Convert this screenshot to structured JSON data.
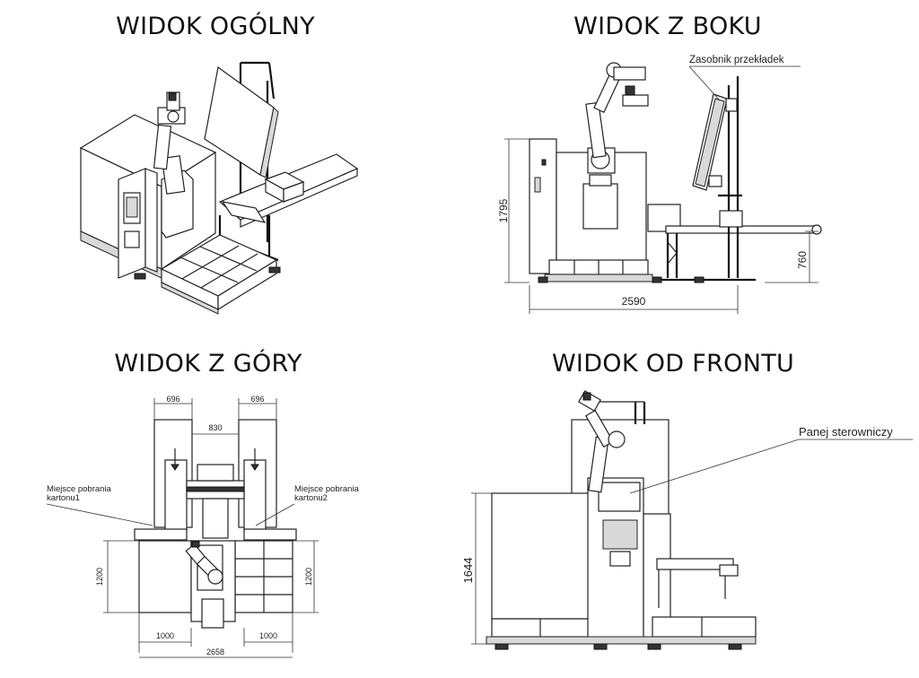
{
  "views": {
    "general": {
      "title": "WIDOK OGÓLNY"
    },
    "side": {
      "title": "WIDOK Z BOKU",
      "callout": "Zasobnik przekładek",
      "dim_height": "1795",
      "dim_conveyor": "760",
      "dim_length": "2590"
    },
    "top": {
      "title": "WIDOK Z GÓRY",
      "dim_left_width": "696",
      "dim_right_width": "696",
      "dim_gap": "830",
      "pickup1_line1": "Miejsce pobrania",
      "pickup1_line2": "kartonu1",
      "pickup2_line1": "Miejsce pobrania",
      "pickup2_line2": "kartonu2",
      "dim_left_depth": "1200",
      "dim_right_depth": "1200",
      "dim_left_pallet": "1000",
      "dim_right_pallet": "1000",
      "dim_total": "2658"
    },
    "front": {
      "title": "WIDOK OD FRONTU",
      "callout": "Panej sterowniczy",
      "dim_height": "1644"
    }
  }
}
